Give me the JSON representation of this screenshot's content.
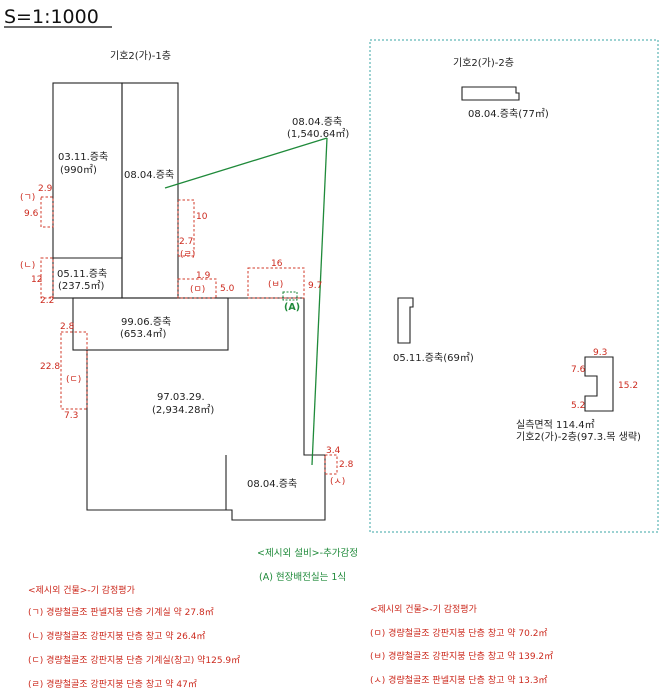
{
  "scale": "S=1:1000",
  "floor1": {
    "title": "기호2(가)-1층",
    "bld_0311": {
      "name": "03.11.증축",
      "area": "(990㎡)"
    },
    "bld_0804_left": "08.04.증축",
    "bld_0804_top": {
      "name": "08.04.증축",
      "area": "(1,540.64㎡)"
    },
    "bld_0511": {
      "name": "05.11.증축",
      "area": "(237.5㎡)"
    },
    "bld_9906": {
      "name": "99.06.증축",
      "area": "(653.4㎡)"
    },
    "bld_970329": {
      "name": "97.03.29.",
      "area": "(2,934.28㎡)"
    },
    "bld_0804_low": "08.04.증축"
  },
  "dims": {
    "d2_9": "2.9",
    "d9_6": "9.6",
    "d10": "10",
    "d2_7": "2.7",
    "d12": "12",
    "d2_2": "2.2",
    "d1_9": "1.9",
    "d5_0": "5.0",
    "d16": "16",
    "d9_7": "9.7",
    "d2_8a": "2.8",
    "d22_8": "22.8",
    "d7_3": "7.3",
    "d3_4": "3.4",
    "d2_8b": "2.8"
  },
  "marks": {
    "ga": "(ㄱ)",
    "na": "(ㄴ)",
    "da": "(ㄷ)",
    "ra": "(ㄹ)",
    "ma": "(ㅁ)",
    "ba": "(ㅂ)",
    "sa": "(ㅅ)",
    "A": "(A)"
  },
  "floor2": {
    "title": "기호2(가)-2층",
    "bld_0804": "08.04.증축(77㎡)",
    "bld_0511": "05.11.증축(69㎡)",
    "dims": {
      "d9_3": "9.3",
      "d7_6": "7.6",
      "d15_2": "15.2",
      "d5_2": "5.2"
    },
    "note1": "실측면적 114.4㎡",
    "note2": "기호2(가)-2층(97.3.목 생략)"
  },
  "facility": {
    "title": "<제시외 설비>-추가감정",
    "item": "(A) 현장배전실는 1식"
  },
  "legend_left": {
    "title": "<제시외 건물>-기 감정평가",
    "items": [
      "(ㄱ) 경량철골조 판넬지붕 단층 기계실 약 27.8㎡",
      "(ㄴ) 경량철골조 강판지붕 단층 창고 약 26.4㎡",
      "(ㄷ) 경량철골조 강판지붕 단층 기계실(창고) 약125.9㎡",
      "(ㄹ) 경량철골조 강판지붕 단층 창고 약 47㎡"
    ]
  },
  "legend_right": {
    "title": "<제시외 건물>-기 감정평가",
    "items": [
      "(ㅁ) 경량철골조 강판지붕 단층 창고 약 70.2㎡",
      "(ㅂ) 경량철골조 강판지붕 단층 창고 약 139.2㎡",
      "(ㅅ) 경량철골조 판넬지붕 단층 창고 약 13.3㎡"
    ]
  }
}
